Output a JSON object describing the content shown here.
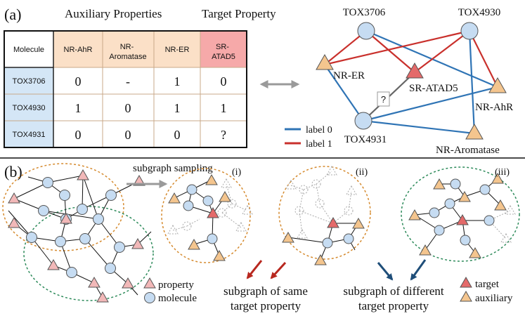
{
  "panel_a": {
    "label": "(a)",
    "aux_title": "Auxiliary Properties",
    "target_title": "Target Property",
    "table": {
      "corner": "Molecule",
      "columns": [
        "NR-AhR",
        "NR-Aromatase",
        "NR-ER",
        "SR-ATAD5"
      ],
      "rows": [
        {
          "id": "TOX3706",
          "values": [
            "0",
            "-",
            "1",
            "0"
          ]
        },
        {
          "id": "TOX4930",
          "values": [
            "1",
            "0",
            "1",
            "1"
          ]
        },
        {
          "id": "TOX4931",
          "values": [
            "0",
            "0",
            "0",
            "?"
          ]
        }
      ]
    },
    "graph": {
      "nodes": {
        "tox3706": "TOX3706",
        "tox4930": "TOX4930",
        "tox4931": "TOX4931",
        "nr_er": "NR-ER",
        "sr_atad5": "SR-ATAD5",
        "nr_ahr": "NR-AhR",
        "nr_aromatase": "NR-Aromatase"
      },
      "unknown_mark": "?",
      "legend": {
        "label0": "label 0",
        "label1": "label 1"
      }
    }
  },
  "panel_b": {
    "label": "(b)",
    "sampling_label": "subgraph sampling",
    "sub_labels": [
      "(i)",
      "(ii)",
      "(iii)"
    ],
    "legend": {
      "property": "property",
      "molecule": "molecule",
      "target": "target",
      "auxiliary": "auxiliary"
    },
    "caption_same": [
      "subgraph of same",
      "target property"
    ],
    "caption_diff": [
      "subgraph of different",
      "target property"
    ]
  },
  "colors": {
    "molecule_fill": "#c6dcf2",
    "auxiliary_fill": "#f4c58e",
    "target_fill": "#e46a6a",
    "property_fill": "#f2b8b8",
    "label0": "#2f74b5",
    "label1": "#c9302c",
    "aux_header": "#fbe0c7",
    "target_header": "#f6a9a9",
    "row_header": "#d4e6f6",
    "orange_circle": "#d58a2e",
    "green_circle": "#2e8b5b",
    "red_arrow": "#b8281f",
    "blue_arrow": "#1f4e79"
  }
}
